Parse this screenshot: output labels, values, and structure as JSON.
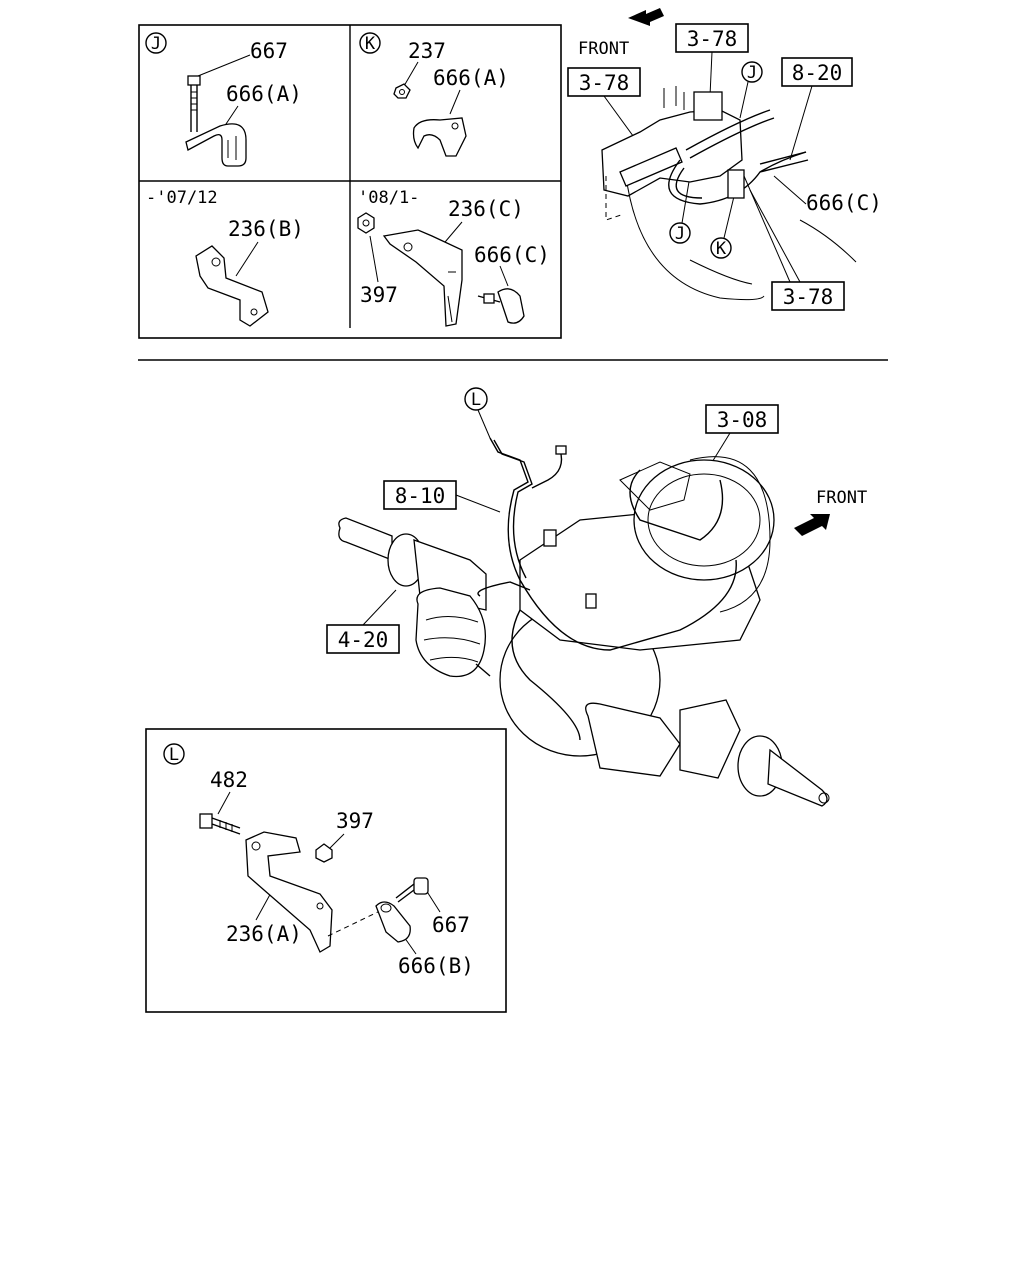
{
  "callouts": {
    "J": "J",
    "K": "K",
    "L": "L"
  },
  "detail_J": {
    "parts": [
      "667",
      "666(A)"
    ]
  },
  "detail_K": {
    "parts": [
      "237",
      "666(A)"
    ]
  },
  "detail_early": {
    "period": "-'07/12",
    "parts": [
      "236(B)"
    ]
  },
  "detail_late": {
    "period": "'08/1-",
    "parts": [
      "236(C)",
      "666(C)",
      "397"
    ]
  },
  "upper_view": {
    "front_label": "FRONT",
    "refs": [
      "3-78",
      "3-78",
      "8-20",
      "3-78"
    ],
    "parts": [
      "666(C)"
    ]
  },
  "main_view": {
    "front_label": "FRONT",
    "refs": [
      "3-08",
      "8-10",
      "4-20"
    ]
  },
  "detail_L": {
    "parts": [
      "482",
      "397",
      "667",
      "236(A)",
      "666(B)"
    ]
  }
}
